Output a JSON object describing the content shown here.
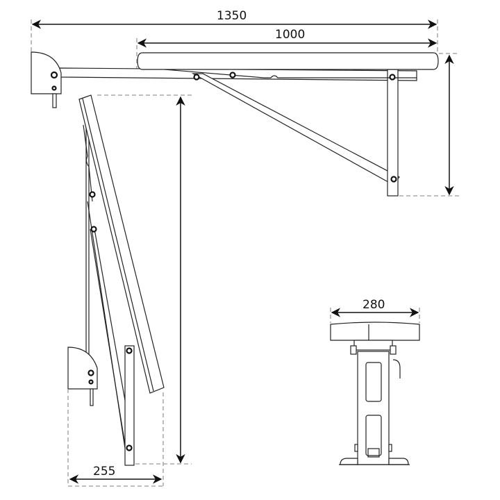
{
  "dimensions": {
    "total_length": "1350",
    "seat_length": "1000",
    "seat_width": "280",
    "folded_depth": "255"
  },
  "views": [
    "side-unfolded",
    "side-folded",
    "front"
  ]
}
